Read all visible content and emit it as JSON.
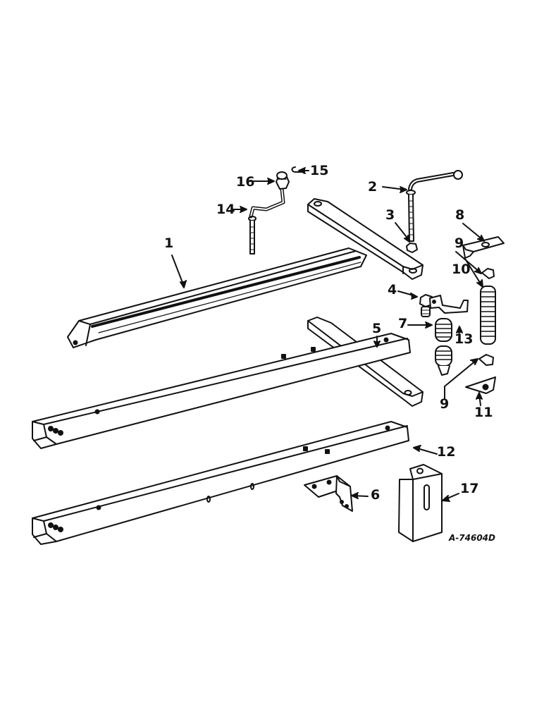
{
  "diagram": {
    "type": "exploded parts illustration",
    "drawing_number": "A-74604D",
    "callouts": [
      {
        "id": "1",
        "part": "long seat rail (top, triangular channel)"
      },
      {
        "id": "2",
        "part": "L-handle adjusting bolt (right)"
      },
      {
        "id": "3",
        "part": "nut"
      },
      {
        "id": "4",
        "part": "bolt with nut"
      },
      {
        "id": "5",
        "part": "seat support rail assembly (middle)"
      },
      {
        "id": "6",
        "part": "mounting bracket"
      },
      {
        "id": "7",
        "part": "springs (pair)"
      },
      {
        "id": "8",
        "part": "upper spring bracket"
      },
      {
        "id": "9",
        "part": "spring retainer clip"
      },
      {
        "id": "10",
        "part": "long coil spring"
      },
      {
        "id": "11",
        "part": "triangular plate"
      },
      {
        "id": "12",
        "part": "lower rail channel"
      },
      {
        "id": "13",
        "part": "U-clamp bracket"
      },
      {
        "id": "14",
        "part": "crank handle bolt (left)"
      },
      {
        "id": "15",
        "part": "cotter pin"
      },
      {
        "id": "16",
        "part": "handle knob"
      },
      {
        "id": "17",
        "part": "slotted cover box"
      }
    ]
  }
}
